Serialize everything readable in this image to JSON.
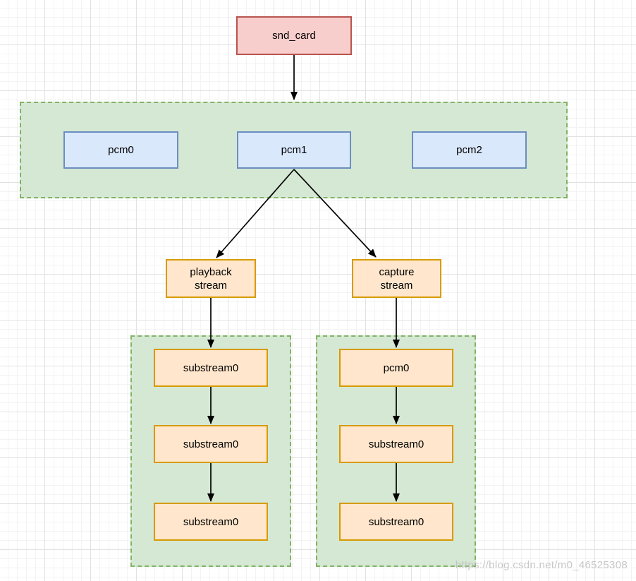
{
  "nodes": {
    "snd_card": "snd_card",
    "pcm_row": [
      "pcm0",
      "pcm1",
      "pcm2"
    ],
    "playback_stream": "playback\nstream",
    "capture_stream": "capture\nstream",
    "playback_substreams": [
      "substream0",
      "substream0",
      "substream0"
    ],
    "capture_substreams": [
      "pcm0",
      "substream0",
      "substream0"
    ]
  },
  "watermark": "https://blog.csdn.net/m0_46525308",
  "colors": {
    "card_fill": "#f8cecc",
    "card_border": "#b85450",
    "pcm_fill": "#dae8fc",
    "pcm_border": "#6c8ebf",
    "container_fill": "#d5e8d4",
    "container_border": "#82b366",
    "stream_fill": "#ffe6cc",
    "stream_border": "#d79b00",
    "arrow": "#000000"
  }
}
